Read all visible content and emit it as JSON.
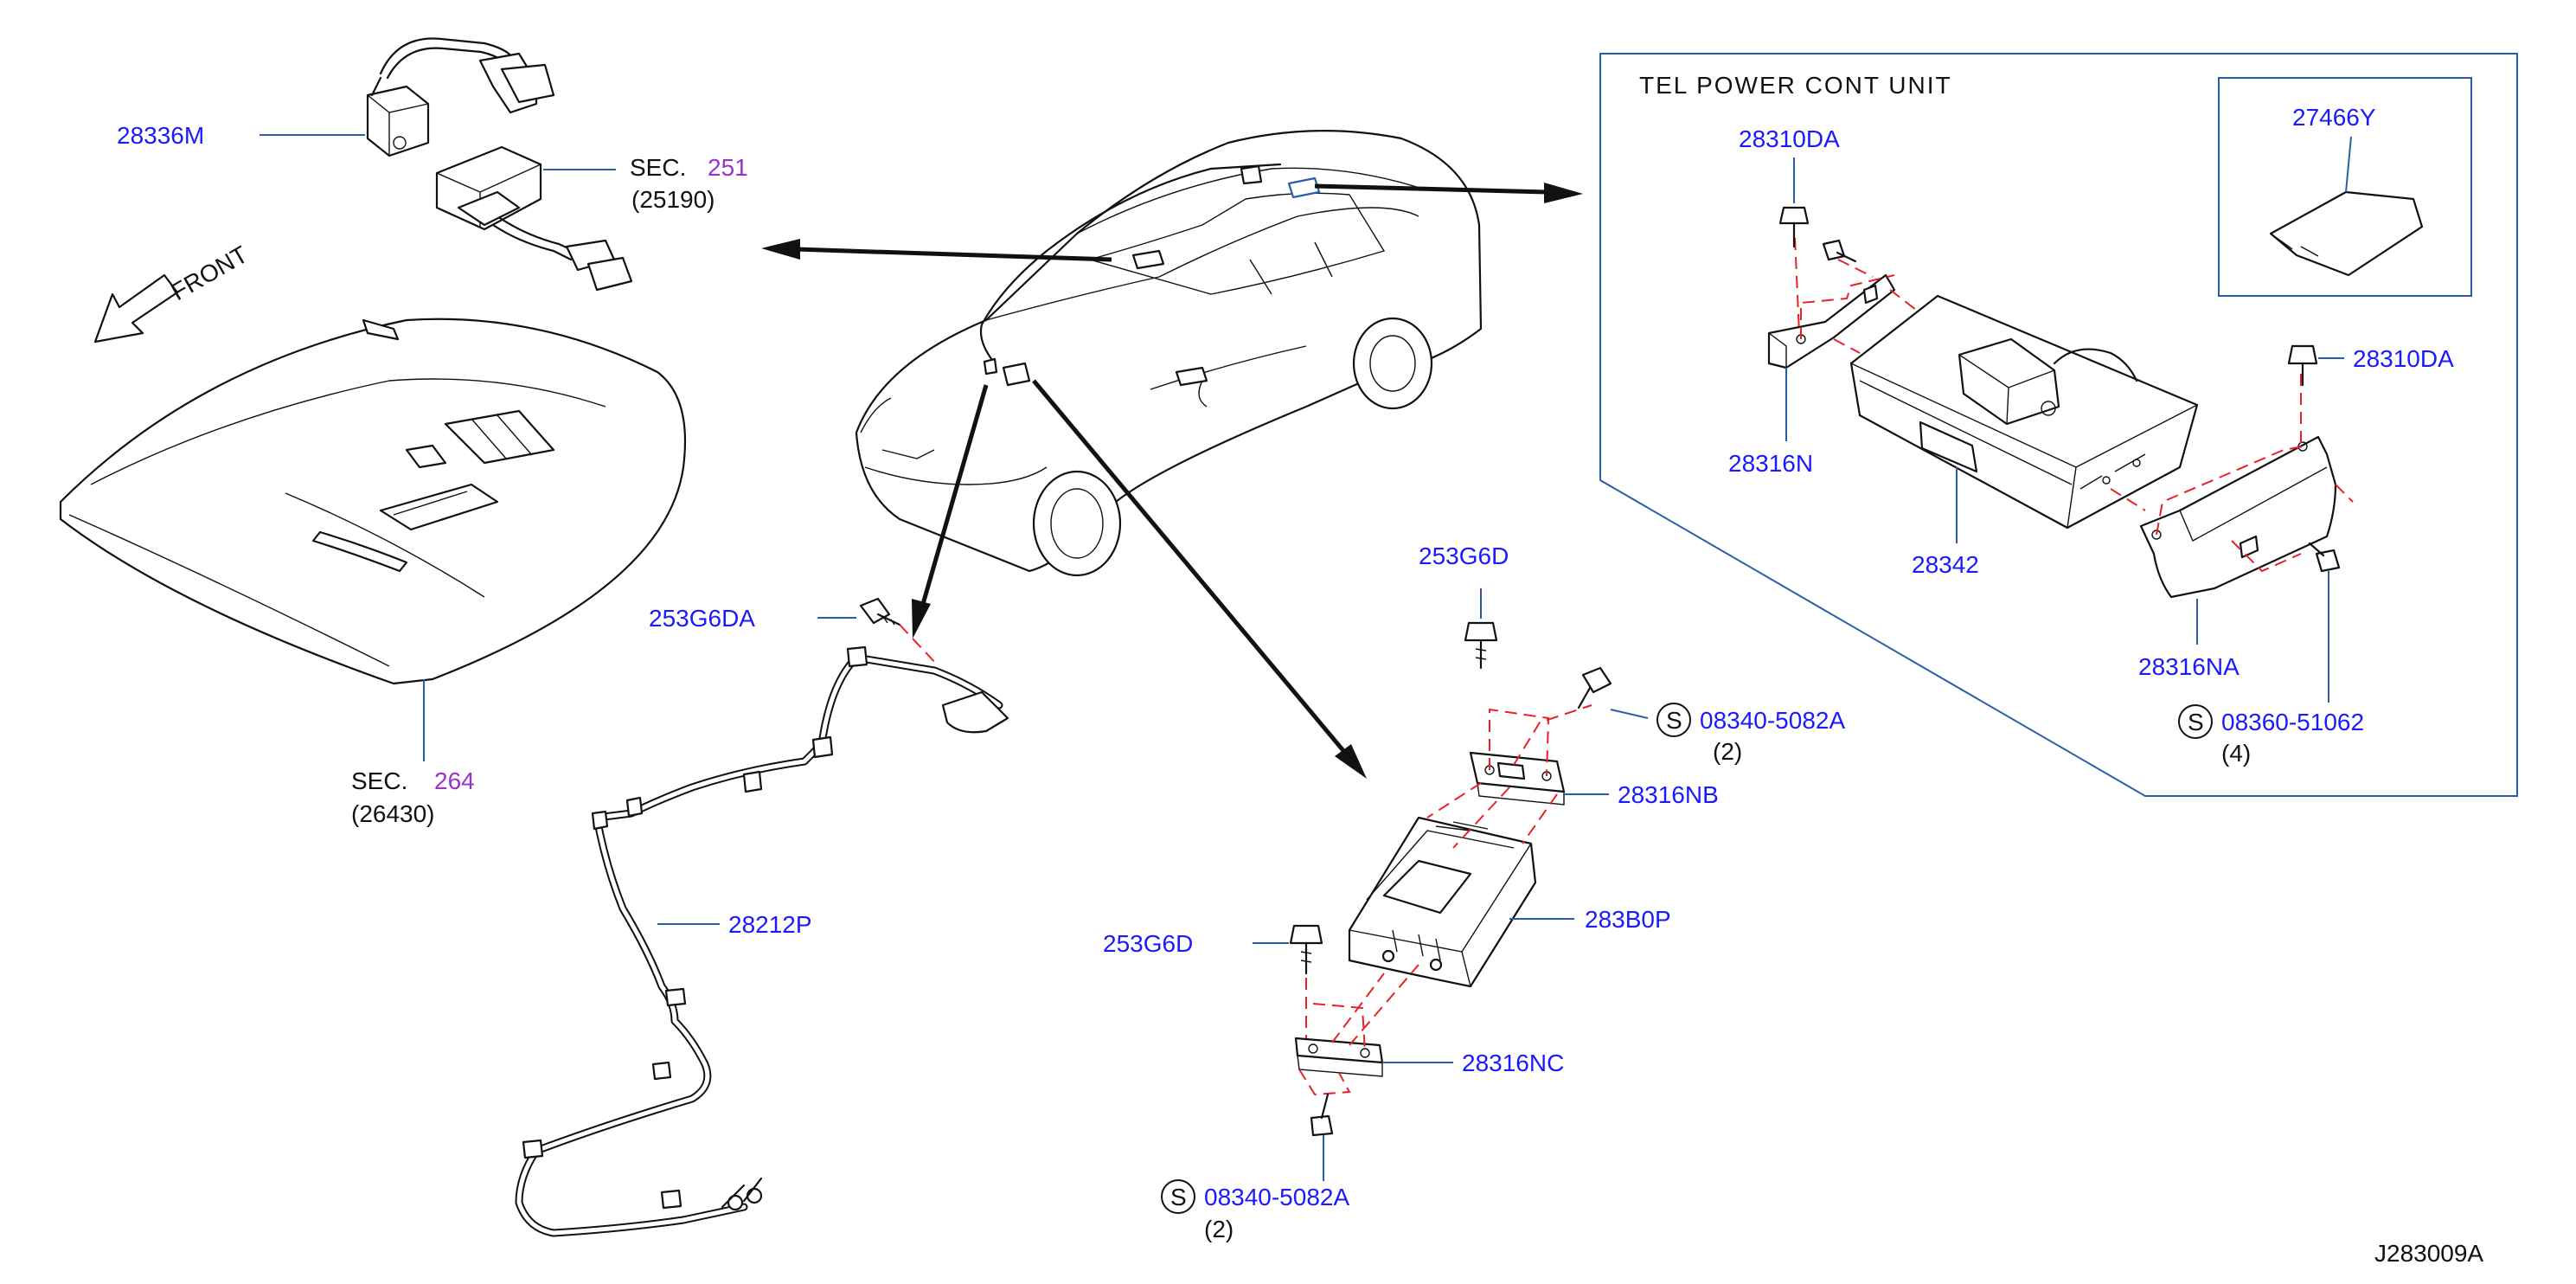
{
  "title_box": {
    "label": "TEL   POWER   CONT   UNIT"
  },
  "front_label": "FRONT",
  "diagram_id": "J283009A",
  "parts": {
    "p28336M": "28336M",
    "p28310DA_top": "28310DA",
    "p27466Y": "27466Y",
    "p28310DA_right": "28310DA",
    "p28316N": "28316N",
    "p28342": "28342",
    "p28316NA": "28316NA",
    "p253G6DA": "253G6DA",
    "p253G6D_top": "253G6D",
    "p28316NB": "28316NB",
    "p283B0P": "283B0P",
    "p253G6D_left": "253G6D",
    "p28316NC": "28316NC",
    "p28212P": "28212P"
  },
  "sections": {
    "sec251": {
      "prefix": "SEC.",
      "num": "251",
      "ref": "(25190)"
    },
    "sec264": {
      "prefix": "SEC.",
      "num": "264",
      "ref": "(26430)"
    }
  },
  "fasteners": {
    "f08340_mid": {
      "symbol": "S",
      "pn": "08340-5082A",
      "qty": "(2)"
    },
    "f08360": {
      "symbol": "S",
      "pn": "08360-51062",
      "qty": "(4)"
    },
    "f08340_bot": {
      "symbol": "S",
      "pn": "08340-5082A",
      "qty": "(2)"
    }
  }
}
